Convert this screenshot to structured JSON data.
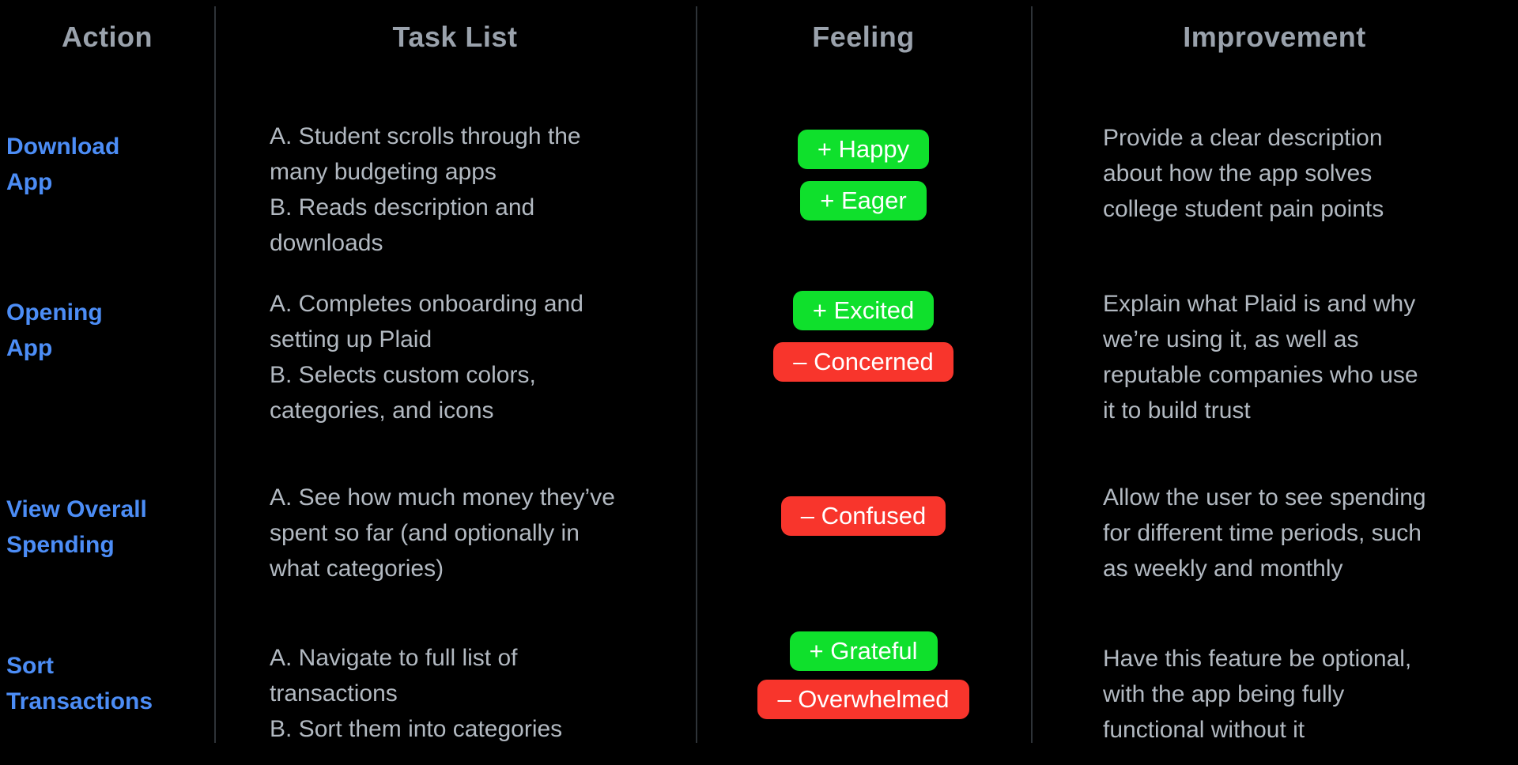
{
  "table": {
    "headers": {
      "action": "Action",
      "task_list": "Task List",
      "feeling": "Feeling",
      "improvement": "Improvement"
    },
    "rows": [
      {
        "action_lines": [
          "Download",
          "App"
        ],
        "task_lines": [
          "A. Student scrolls through the",
          "many budgeting apps",
          "B. Reads description and",
          "downloads"
        ],
        "feelings": [
          {
            "label": "+ Happy",
            "type": "positive"
          },
          {
            "label": "+ Eager",
            "type": "positive"
          }
        ],
        "improvement_lines": [
          "Provide a clear description",
          "about how the app solves",
          "college student pain points"
        ]
      },
      {
        "action_lines": [
          "Opening",
          "App"
        ],
        "task_lines": [
          "A. Completes onboarding and",
          "setting up Plaid",
          "B. Selects custom colors,",
          "categories, and icons"
        ],
        "feelings": [
          {
            "label": "+ Excited",
            "type": "positive"
          },
          {
            "label": "– Concerned",
            "type": "negative"
          }
        ],
        "improvement_lines": [
          "Explain what Plaid is and why",
          "we’re using it, as well as",
          "reputable companies who use",
          "it to build trust"
        ]
      },
      {
        "action_lines": [
          "View Overall",
          "Spending"
        ],
        "task_lines": [
          "A. See how much money they’ve",
          "spent so far (and optionally in",
          "what categories)"
        ],
        "feelings": [
          {
            "label": "– Confused",
            "type": "negative"
          }
        ],
        "improvement_lines": [
          "Allow the user to see spending",
          "for different time periods, such",
          "as weekly and monthly"
        ]
      },
      {
        "action_lines": [
          "Sort",
          "Transactions"
        ],
        "task_lines": [
          "A. Navigate to full list of",
          "transactions",
          "B. Sort them into categories"
        ],
        "feelings": [
          {
            "label": "+ Grateful",
            "type": "positive"
          },
          {
            "label": "– Overwhelmed",
            "type": "negative"
          }
        ],
        "improvement_lines": [
          "Have this feature be optional,",
          "with the app being fully",
          "functional without it"
        ]
      }
    ]
  },
  "colors": {
    "background": "#000000",
    "divider": "#2e3338",
    "header_text": "#9aa2ac",
    "body_text": "#b2b9c1",
    "action_text": "#4c8df6",
    "positive": "#0fe02c",
    "negative": "#f8352c",
    "badge_text": "#ffffff"
  }
}
